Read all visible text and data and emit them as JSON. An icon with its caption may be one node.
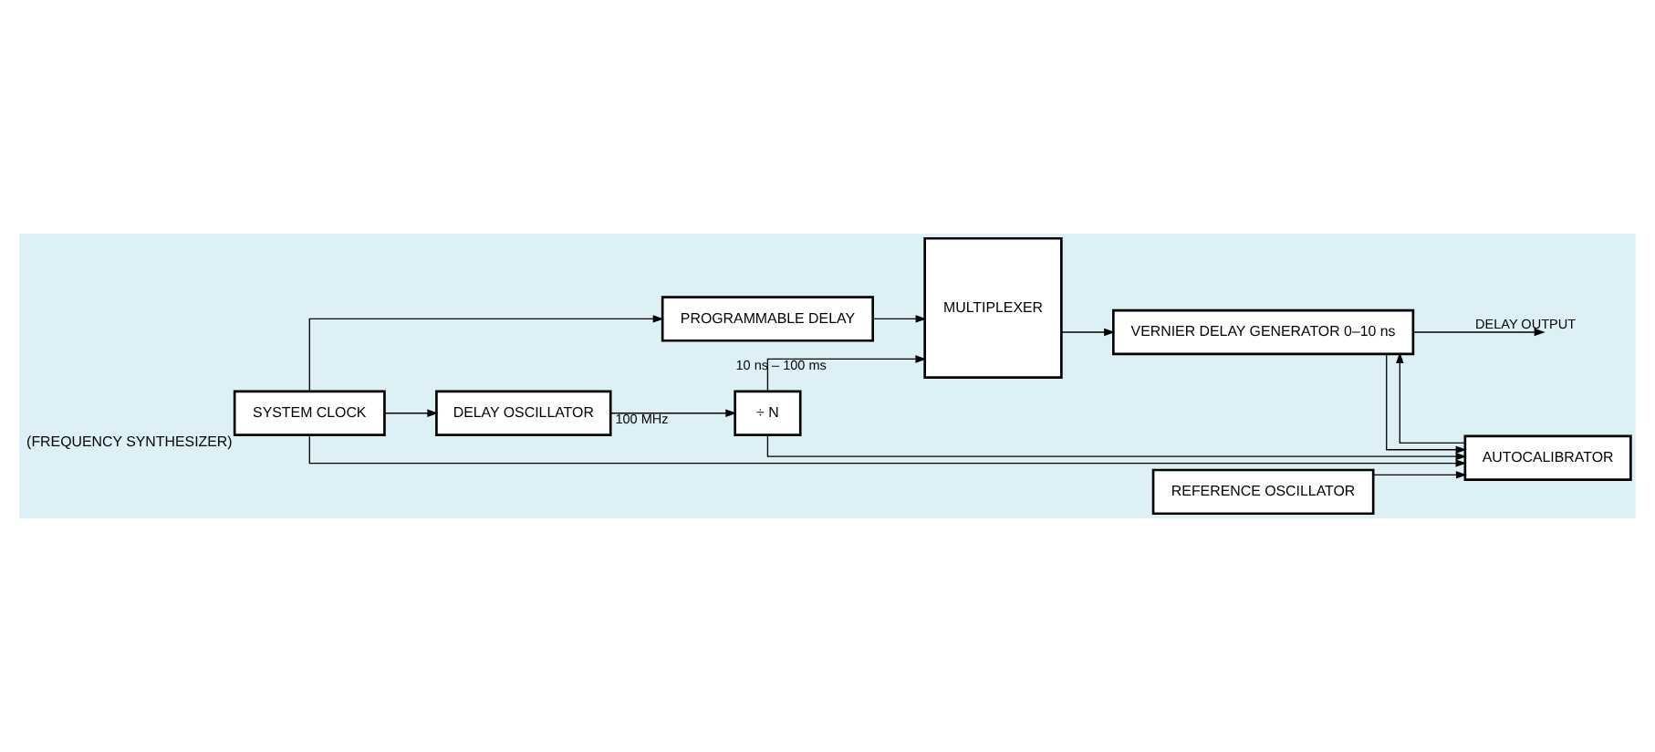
{
  "diagram": {
    "nodes": [
      {
        "text": [
          "SYSTEM CLOCK"
        ],
        "beside": [
          "(FREQUENCY SYNTHESIZER)"
        ]
      },
      {
        "text": [
          "DELAY OSCILLATOR"
        ]
      },
      {
        "text": [
          "÷ N"
        ]
      },
      {
        "text": [
          "PROGRAMMABLE DELAY"
        ]
      },
      {
        "text": [
          "MULTIPLEXER"
        ]
      },
      {
        "text": [
          "VERNIER DELAY GENERATOR 0–10 ns"
        ]
      },
      {
        "text": [
          "REFERENCE OSCILLATOR"
        ]
      },
      {
        "text": [
          "AUTOCALIBRATOR"
        ]
      }
    ],
    "edges": [
      {
        "from": 0,
        "to": 1,
        "arrow": "to"
      },
      {
        "from": 0,
        "to": 3,
        "arrow": "to"
      },
      {
        "from": 0,
        "to": 7,
        "arrow": "to"
      },
      {
        "from": 1,
        "to": 2,
        "arrow": "to",
        "label": "100 MHz"
      },
      {
        "from": 2,
        "to": 4,
        "arrow": "to",
        "label": "10 ns – 100 ms"
      },
      {
        "from": 2,
        "to": 7,
        "arrow": "to"
      },
      {
        "from": 3,
        "to": 4,
        "arrow": "to"
      },
      {
        "from": 4,
        "to": 5,
        "arrow": "to"
      },
      {
        "from": 7,
        "to": 5,
        "arrow": "to"
      },
      {
        "from": 5,
        "to": null,
        "arrow": "to",
        "label": "DELAY OUTPUT"
      },
      {
        "from": 5,
        "to": 7,
        "arrow": "to"
      },
      {
        "from": 6,
        "to": 7,
        "arrow": "to"
      }
    ]
  }
}
